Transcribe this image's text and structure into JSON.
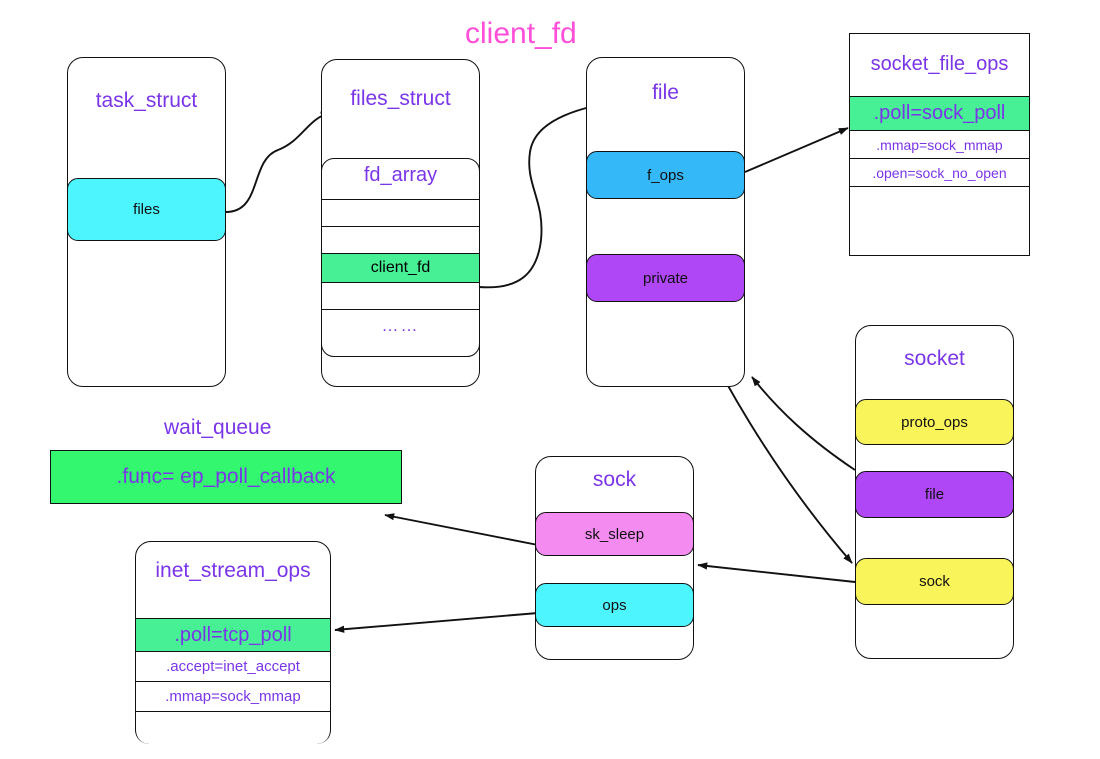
{
  "title": "client_fd",
  "colors": {
    "accent_title": "#FF4FD8",
    "struct_label": "#7B35E8",
    "cyan": "#4DF5FF",
    "blue": "#35B8F8",
    "purple": "#AF47F7",
    "green": "#47F095",
    "bright_green": "#33F86F",
    "yellow": "#F9F45A",
    "magenta": "#F48BF0",
    "stroke": "#111111"
  },
  "structs": {
    "task_struct": {
      "title": "task_struct",
      "fields": [
        {
          "label": "files",
          "color": "#4DF5FF"
        }
      ]
    },
    "files_struct": {
      "title": "files_struct",
      "array_title": "fd_array",
      "rows": [
        {
          "label": "",
          "color": "#ffffff"
        },
        {
          "label": "",
          "color": "#ffffff"
        },
        {
          "label": "client_fd",
          "color": "#47F095"
        },
        {
          "label": "",
          "color": "#ffffff"
        },
        {
          "label": "……",
          "color": "#ffffff"
        }
      ]
    },
    "file": {
      "title": "file",
      "fields": [
        {
          "label": "f_ops",
          "color": "#35B8F8"
        },
        {
          "label": "private",
          "color": "#AF47F7"
        }
      ]
    },
    "socket_file_ops": {
      "title": "socket_file_ops",
      "rows": [
        {
          "label": ".poll=sock_poll",
          "color": "#47F095",
          "size": "large"
        },
        {
          "label": ".mmap=sock_mmap",
          "color": "#ffffff",
          "size": "small"
        },
        {
          "label": ".open=sock_no_open",
          "color": "#ffffff",
          "size": "small"
        },
        {
          "label": "",
          "color": "#ffffff",
          "size": "small"
        }
      ]
    },
    "socket": {
      "title": "socket",
      "fields": [
        {
          "label": "proto_ops",
          "color": "#F9F45A"
        },
        {
          "label": "file",
          "color": "#AF47F7"
        },
        {
          "label": "sock",
          "color": "#F9F45A"
        }
      ]
    },
    "sock": {
      "title": "sock",
      "fields": [
        {
          "label": "sk_sleep",
          "color": "#F48BF0"
        },
        {
          "label": "ops",
          "color": "#4DF5FF"
        }
      ]
    },
    "wait_queue": {
      "title": "wait_queue",
      "entry": {
        "label": ".func= ep_poll_callback",
        "color": "#33F86F"
      }
    },
    "inet_stream_ops": {
      "title": "inet_stream_ops",
      "rows": [
        {
          "label": ".poll=tcp_poll",
          "color": "#47F095",
          "size": "large"
        },
        {
          "label": ".accept=inet_accept",
          "color": "#ffffff",
          "size": "small"
        },
        {
          "label": ".mmap=sock_mmap",
          "color": "#ffffff",
          "size": "small"
        },
        {
          "label": "",
          "color": "#ffffff",
          "size": "small"
        }
      ]
    }
  },
  "edges": [
    {
      "name": "files-to-files_struct",
      "from": "task_struct.files",
      "to": "files_struct"
    },
    {
      "name": "client_fd-to-file",
      "from": "files_struct.client_fd",
      "to": "file"
    },
    {
      "name": "f_ops-to-socket_file_ops",
      "from": "file.f_ops",
      "to": "socket_file_ops.poll"
    },
    {
      "name": "private-to-socket_sock",
      "from": "file.private",
      "to": "socket.sock"
    },
    {
      "name": "socket_file-to-file",
      "from": "socket.file",
      "to": "file"
    },
    {
      "name": "socket_sock-to-sock",
      "from": "socket.sock",
      "to": "sock"
    },
    {
      "name": "sk_sleep-to-wait_queue",
      "from": "sock.sk_sleep",
      "to": "wait_queue"
    },
    {
      "name": "ops-to-inet_stream_ops",
      "from": "sock.ops",
      "to": "inet_stream_ops.poll"
    }
  ]
}
